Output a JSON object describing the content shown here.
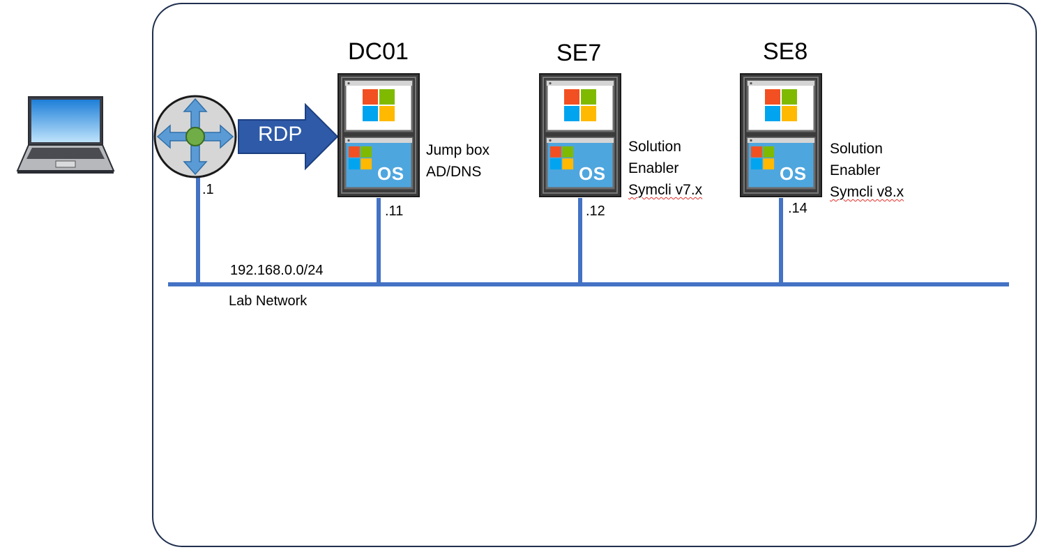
{
  "network": {
    "subnet": "192.168.0.0/24",
    "name": "Lab Network"
  },
  "router": {
    "ip": ".1",
    "arrow_label": "RDP"
  },
  "servers": [
    {
      "title": "DC01",
      "ip": ".11",
      "line1": "Jump box",
      "line2": "AD/DNS",
      "line3": ""
    },
    {
      "title": "SE7",
      "ip": ".12",
      "line1": "Solution",
      "line2": "Enabler",
      "line3": "Symcli v7.x"
    },
    {
      "title": "SE8",
      "ip": ".14",
      "line1": "Solution",
      "line2": "Enabler",
      "line3": "Symcli v8.x"
    }
  ],
  "server_badge": "OS",
  "colors": {
    "network_line": "#4472c4",
    "router_fill": "#d6d6d6",
    "router_arrows": "#5b9bd5",
    "router_hub": "#70ad47",
    "rdp_arrow": "#2e5aa8",
    "ms_red": "#f25022",
    "ms_green": "#7fba00",
    "ms_blue": "#00a4ef",
    "ms_yellow": "#ffb900",
    "os_panel": "#4ea6de"
  }
}
